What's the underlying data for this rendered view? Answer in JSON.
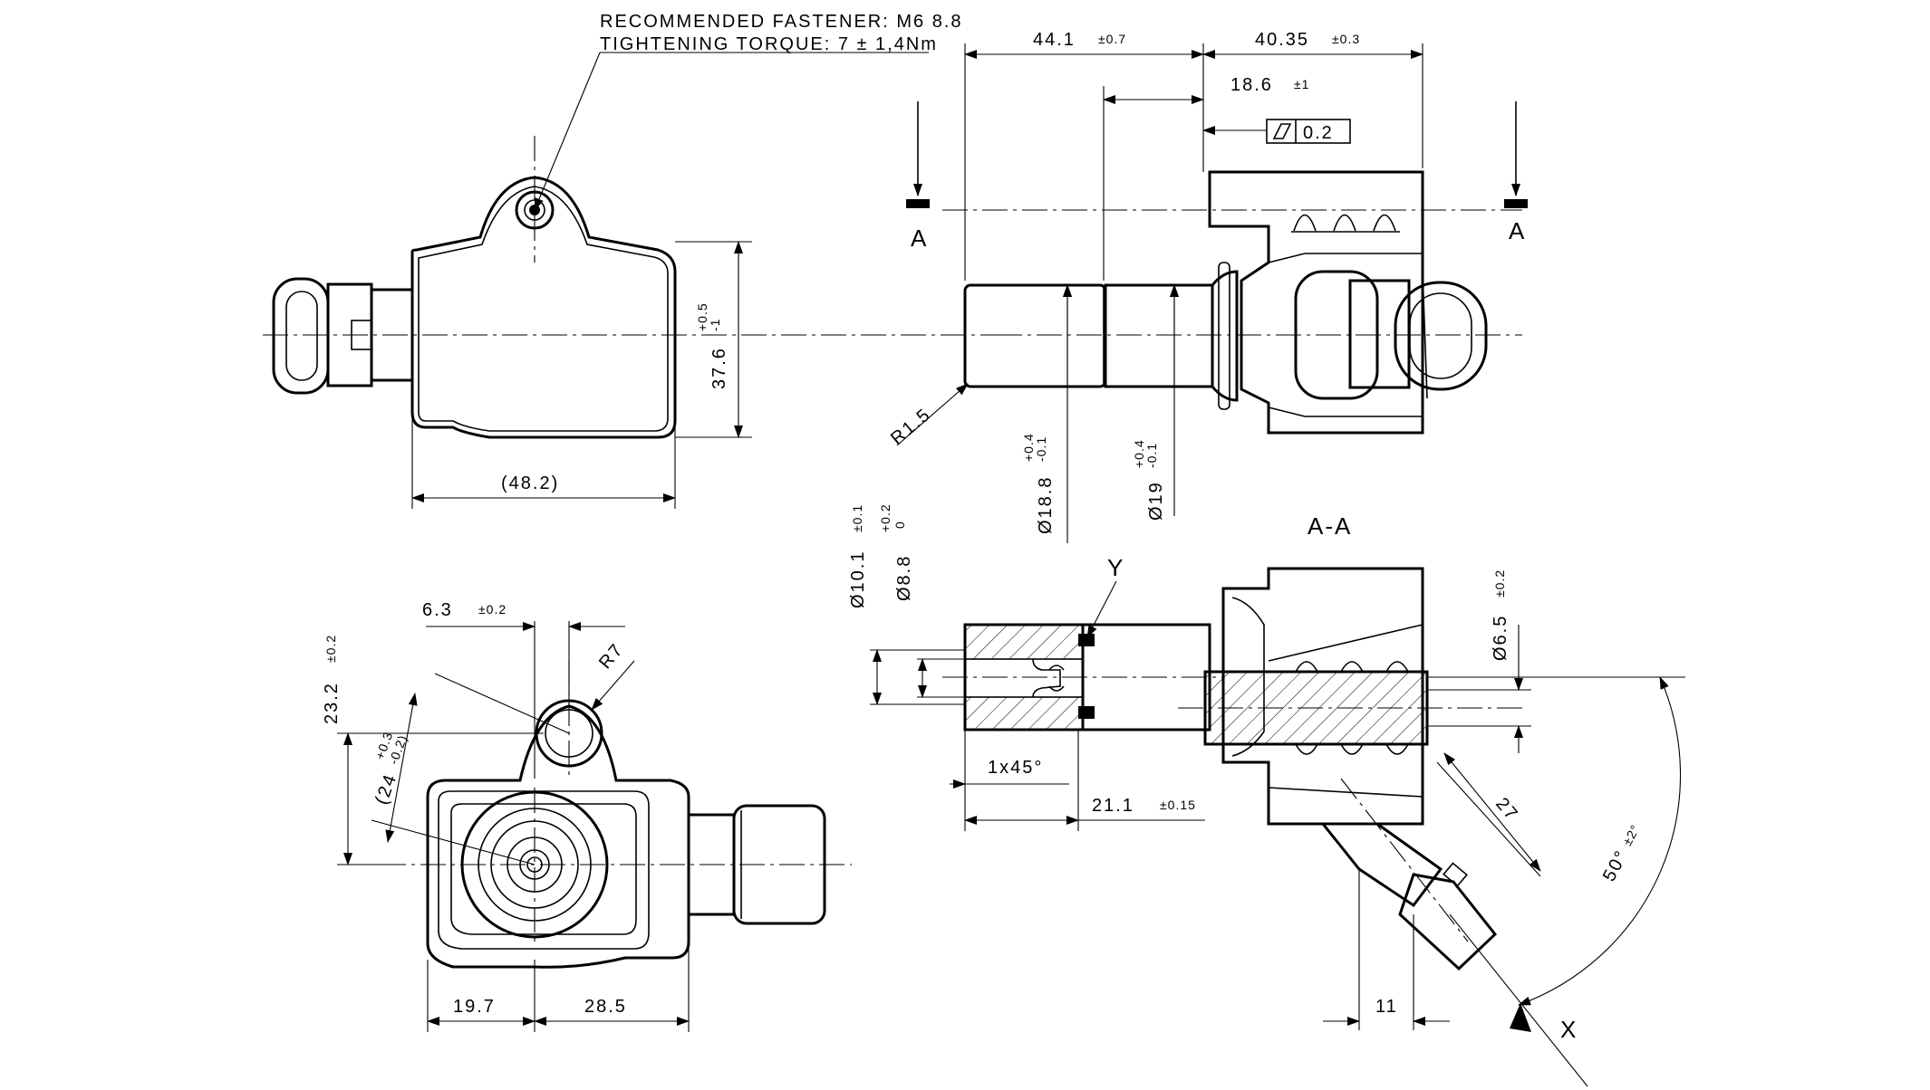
{
  "notes": {
    "fastener_line1": "RECOMMENDED FASTENER: M6 8.8",
    "fastener_line2": "TIGHTENING TORQUE: 7 ± 1,4Nm"
  },
  "section_labels": {
    "a_left": "A",
    "a_right": "A",
    "section_title": "A-A",
    "y": "Y",
    "x": "X"
  },
  "dims": {
    "d44_1": {
      "value": "44.1",
      "tol": "±0.7"
    },
    "d40_35": {
      "value": "40.35",
      "tol": "±0.3"
    },
    "d18_6": {
      "value": "18.6",
      "tol": "±1"
    },
    "flatness": {
      "value": "0.2"
    },
    "d37_6": {
      "value": "37.6",
      "tol_plus": "+0.5",
      "tol_minus": "-1"
    },
    "d48_2": {
      "value": "(48.2)"
    },
    "r1_5": {
      "value": "R1.5"
    },
    "phi18_8": {
      "value": "Ø18.8",
      "tol_plus": "+0.4",
      "tol_minus": "-0.1"
    },
    "phi19": {
      "value": "Ø19",
      "tol_plus": "+0.4",
      "tol_minus": "-0.1"
    },
    "phi10_1": {
      "value": "Ø10.1",
      "tol": "±0.1"
    },
    "phi8_8": {
      "value": "Ø8.8",
      "tol_plus": "+0.2",
      "tol_minus": "0"
    },
    "d6_3": {
      "value": "6.3",
      "tol": "±0.2"
    },
    "r7": {
      "value": "R7"
    },
    "d23_2": {
      "value": "23.2",
      "tol": "±0.2"
    },
    "d24": {
      "value": "(24",
      "tol_plus": "+0.3",
      "tol_minus": "-0.2)"
    },
    "d19_7": {
      "value": "19.7"
    },
    "d28_5": {
      "value": "28.5"
    },
    "chamfer": {
      "value": "1x45°"
    },
    "d21_1": {
      "value": "21.1",
      "tol": "±0.15"
    },
    "phi6_5": {
      "value": "Ø6.5",
      "tol": "±0.2"
    },
    "d27": {
      "value": "27"
    },
    "d11": {
      "value": "11"
    },
    "angle50": {
      "value": "50°",
      "tol": "±2°"
    }
  }
}
